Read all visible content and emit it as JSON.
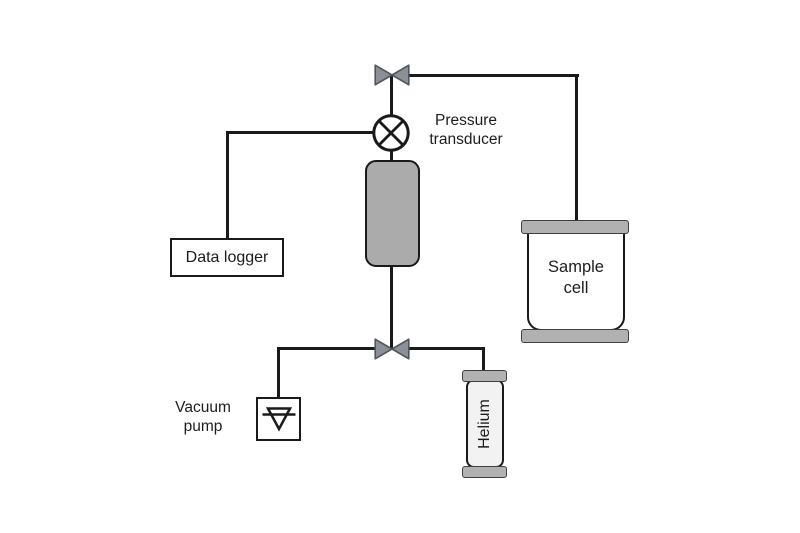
{
  "labels": {
    "pressure_transducer": [
      "Pressure",
      "transducer"
    ],
    "data_logger": "Data logger",
    "sample_cell": [
      "Sample",
      "cell"
    ],
    "vacuum_pump": [
      "Vacuum",
      "pump"
    ],
    "helium": "Helium"
  },
  "icons": {
    "top_valve": "valve-bowtie-icon",
    "bottom_valve": "valve-bowtie-icon",
    "pressure_transducer": "circle-cross-icon",
    "vacuum_pump": "triangle-bar-pump-icon"
  },
  "colors": {
    "background": "#ffffff",
    "line": "#1a1a1a",
    "text": "#1c1c1c",
    "valve_fill": "#8a9096",
    "valve_stroke": "#50565b",
    "vessel_fill": "#ababab",
    "cap_fill": "#b1b1b1",
    "cap_stroke": "#3f3f3f",
    "cylinder_fill": "#f2f2f2",
    "box_fill": "#ffffff"
  }
}
